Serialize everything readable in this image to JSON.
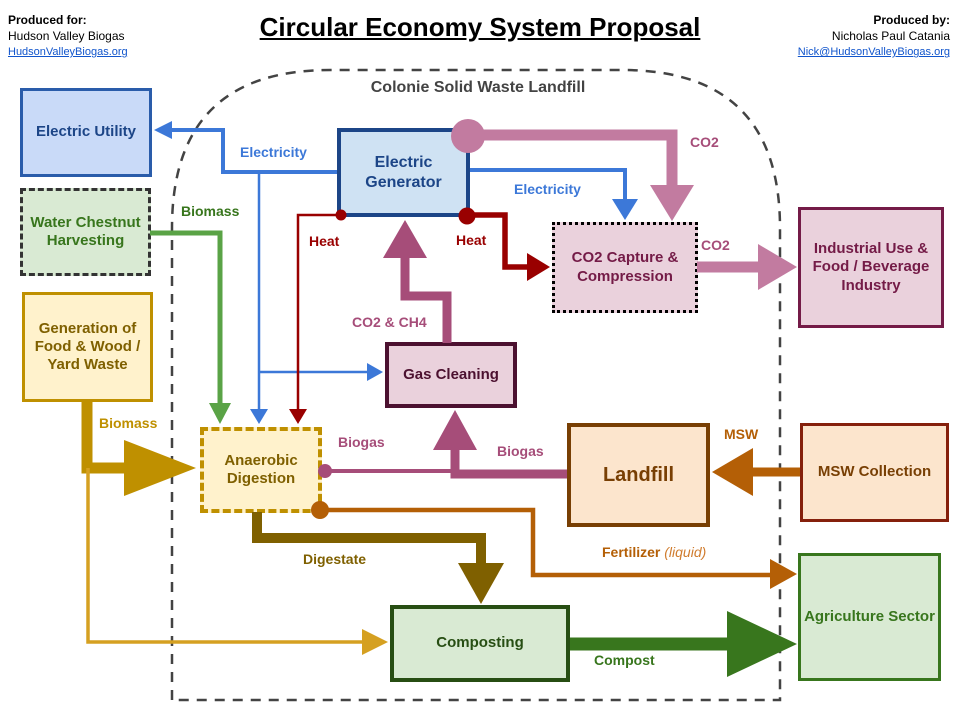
{
  "header": {
    "produced_for": {
      "heading": "Produced for:",
      "name": "Hudson Valley Biogas",
      "link": "HudsonValleyBiogas.org"
    },
    "title": "Circular Economy System Proposal",
    "produced_by": {
      "heading": "Produced by:",
      "name": "Nicholas Paul Catania",
      "link": "Nick@HudsonValleyBiogas.org"
    }
  },
  "boundary": {
    "label": "Colonie Solid Waste Landfill"
  },
  "nodes": {
    "electric_utility": "Electric Utility",
    "water_chestnut": "Water Chestnut Harvesting",
    "generation_waste": "Generation of Food & Wood / Yard Waste",
    "electric_generator": "Electric Generator",
    "co2_capture": "CO2 Capture & Compression",
    "gas_cleaning": "Gas Cleaning",
    "anaerobic_digestion": "Anaerobic Digestion",
    "landfill": "Landfill",
    "msw_collection": "MSW Collection",
    "industrial_use": "Industrial Use & Food / Beverage Industry",
    "agriculture": "Agriculture Sector",
    "composting": "Composting"
  },
  "edges": {
    "electricity_utility": "Electricity",
    "electricity_co2": "Electricity",
    "biomass_green": "Biomass",
    "biomass_gold": "Biomass",
    "heat_left": "Heat",
    "heat_right": "Heat",
    "co2_ch4": "CO2 & CH4",
    "co2_top": "CO2",
    "co2_out": "CO2",
    "biogas_ad": "Biogas",
    "biogas_landfill": "Biogas",
    "msw": "MSW",
    "fertilizer": "Fertilizer",
    "fertilizer_qualifier": "(liquid)",
    "digestate": "Digestate",
    "compost": "Compost"
  },
  "colors": {
    "blue_border_dark": "#1c4587",
    "blue_border": "#2a5caa",
    "blue_fill_utility": "#c9daf8",
    "blue_fill_generator": "#cfe2f3",
    "blue_arrow": "#3c78d8",
    "green_dark": "#38761d",
    "green_darker": "#274e13",
    "green_fill": "#d9ead3",
    "green_arrow": "#5aa346",
    "gold": "#bf9000",
    "gold_light": "#d5a021",
    "gold_fill": "#fff2cc",
    "olive": "#7f6000",
    "red_dark": "#990000",
    "mauve_light": "#c27ba0",
    "mauve": "#a64d79",
    "maroon": "#741b47",
    "maroon_dark": "#4c1130",
    "pink_fill": "#ead1dc",
    "peach_fill": "#fce5cd",
    "brown": "#783f04",
    "brown_red": "#85200c",
    "orange": "#b45f06",
    "orange_light": "#d07c2e",
    "gray_dark": "#434343",
    "link_blue": "#1155cc"
  }
}
